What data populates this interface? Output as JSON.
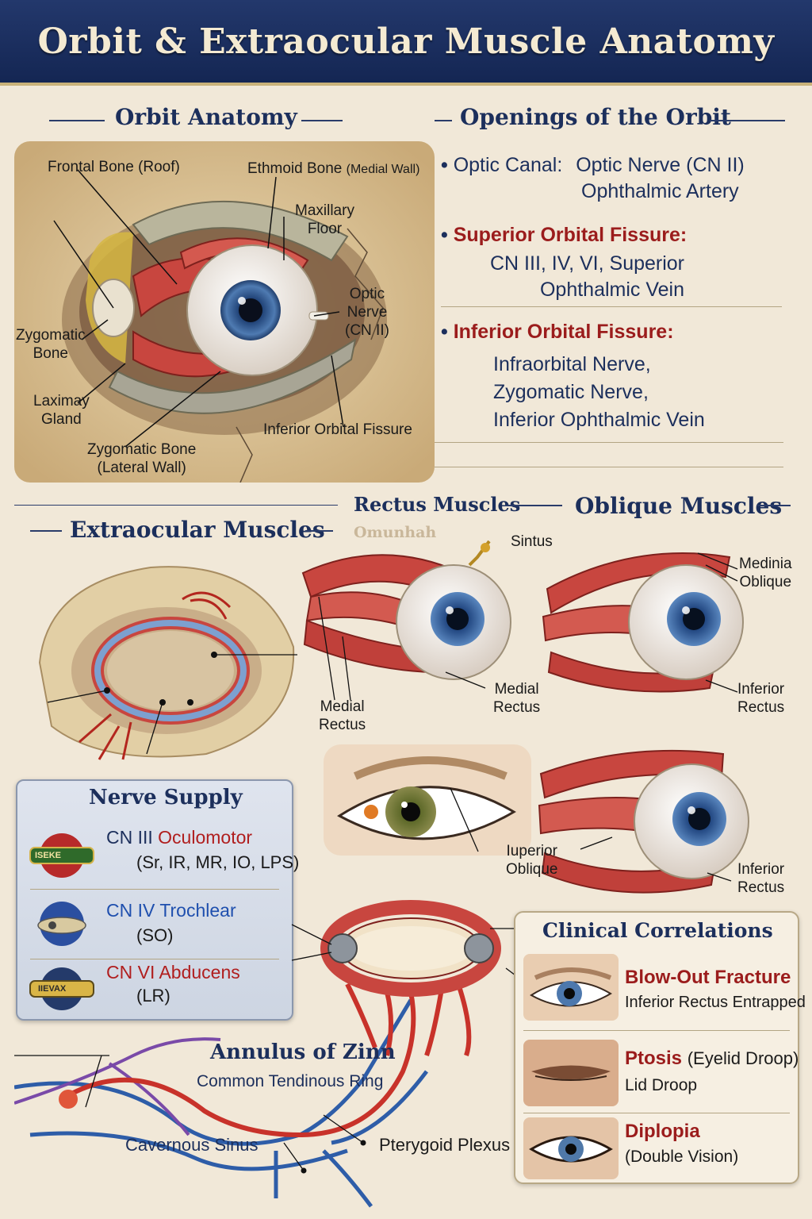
{
  "title": "Orbit & Extraocular Muscle Anatomy",
  "orbit_anatomy": {
    "heading": "Orbit Anatomy",
    "labels": {
      "frontal": "Frontal Bone  (Roof)",
      "ethmoid": "Ethmoid Bone",
      "ethmoid_note": "(Medial Wall)",
      "maxillary": "Maxillary\nFloor",
      "optic_nerve": "Optic\nNerve\n(CN II)",
      "zygomatic": "Zygomatic\nBone",
      "lacrimal": "Laximay\nGland",
      "inferior_fissure": "Inferior Orbital Fissure",
      "zygomatic_lateral": "Zygomatic Bone\n(Lateral Wall)"
    }
  },
  "openings": {
    "heading": "Openings of the Orbit",
    "items": [
      {
        "head": "Optic Canal:",
        "body_inline": "Optic Nerve (CN II)",
        "body": "Ophthalmic Artery"
      },
      {
        "head": "Superior Orbital Fissure:",
        "body": "CN III, IV, VI,  Superior\nOphthalmic Vein"
      },
      {
        "head": "Inferior Orbital Fissure:",
        "body": "Infraorbital Nerve,\nZygomatic Nerve,\nInferior Ophthalmic Vein"
      }
    ]
  },
  "extraocular": {
    "heading": "Extraocular Muscles",
    "rectus_heading": "Rectus Muscles",
    "oblique_heading": "Oblique Muscles",
    "ghost_text": "Omunhah",
    "labels": {
      "sintus": "Sintus",
      "medinia_oblique": "Medinia\nOblique",
      "medial_rectus_1": "Medial\nRectus",
      "medial_rectus_2": "Medial\nRectus",
      "inferior_rectus_1": "Inferior\nRectus",
      "iuperior_oblique": "Iuperior\nOblique",
      "inferior_rectus_2": "Inferior\nRectus"
    }
  },
  "nerve_supply": {
    "heading": "Nerve Supply",
    "items": [
      {
        "prefix": "CN III ",
        "name": "Oculomotor",
        "sub": "(Sr, IR, MR, IO, LPS)",
        "badge": "ISEKE",
        "color": "#b01e1e",
        "badge_color": "#2f6a2a"
      },
      {
        "prefix": "CN IV ",
        "name": "Trochlear",
        "sub": "(SO)",
        "badge": "",
        "color": "#1f4fae",
        "badge_color": "#2b4fa0"
      },
      {
        "prefix": "CN VI ",
        "name": "Abducens",
        "sub": "(LR)",
        "badge": "IIEVAX",
        "color": "#b01e1e",
        "badge_color": "#243a6a"
      }
    ]
  },
  "annulus": {
    "heading": "Annulus of Zinn",
    "sub": "Common Tendinous Ring",
    "cavernous": "Cavernous Sinus",
    "pterygoid": "Pterygoid Plexus"
  },
  "clinical": {
    "heading": "Clinical Correlations",
    "items": [
      {
        "title": "Blow-Out Fracture",
        "sub": "Inferior  Rectus Entrapped"
      },
      {
        "title": "Ptosis",
        "title_note": "(Eyelid Droop)",
        "sub": "Lid Droop"
      },
      {
        "title": "Diplopia",
        "sub": "(Double Vision)"
      }
    ]
  },
  "colors": {
    "navy": "#1c2f5c",
    "red": "#9b1c1c",
    "muscle": "#c8463f",
    "parchment": "#f1e8d8"
  }
}
